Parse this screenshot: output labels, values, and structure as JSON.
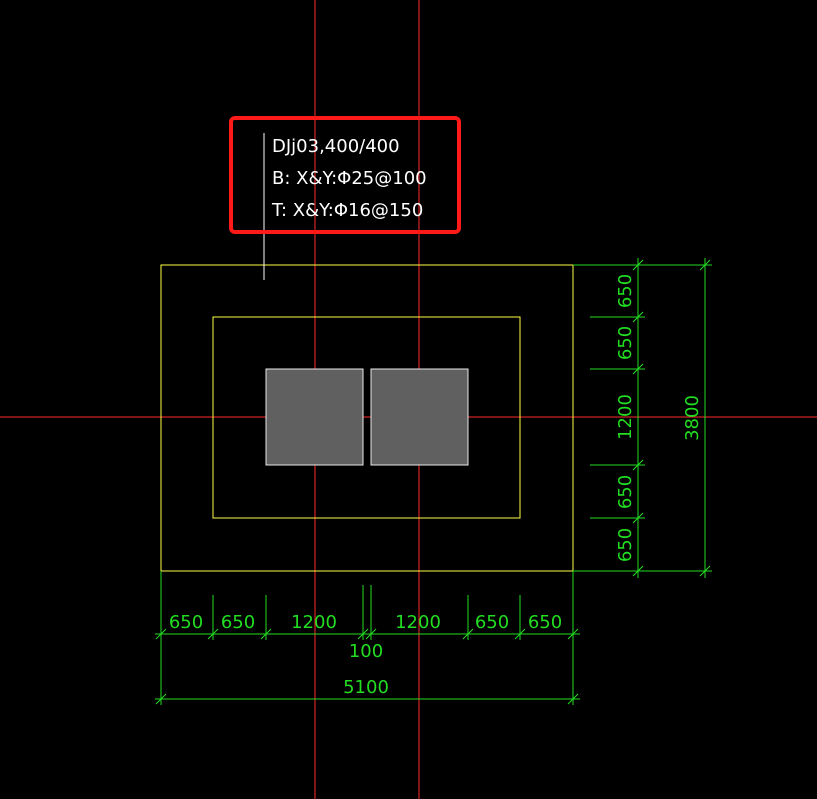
{
  "annotation": {
    "lines": [
      "DJj03,400/400",
      "B:  X&Y:Φ25@100",
      "T:  X&Y:Φ16@150"
    ]
  },
  "dimensions": {
    "bottom_segments": [
      "650",
      "650",
      "1200",
      "1200",
      "650",
      "650"
    ],
    "bottom_gap": "100",
    "bottom_total": "5100",
    "right_segments": [
      "650",
      "650",
      "1200",
      "650",
      "650"
    ],
    "right_total": "3800"
  },
  "colors": {
    "axis": "#ff2a2a",
    "outline": "#ffff44",
    "dimension": "#22dd22",
    "highlight": "#ff1a1a",
    "column_fill": "#606060"
  }
}
